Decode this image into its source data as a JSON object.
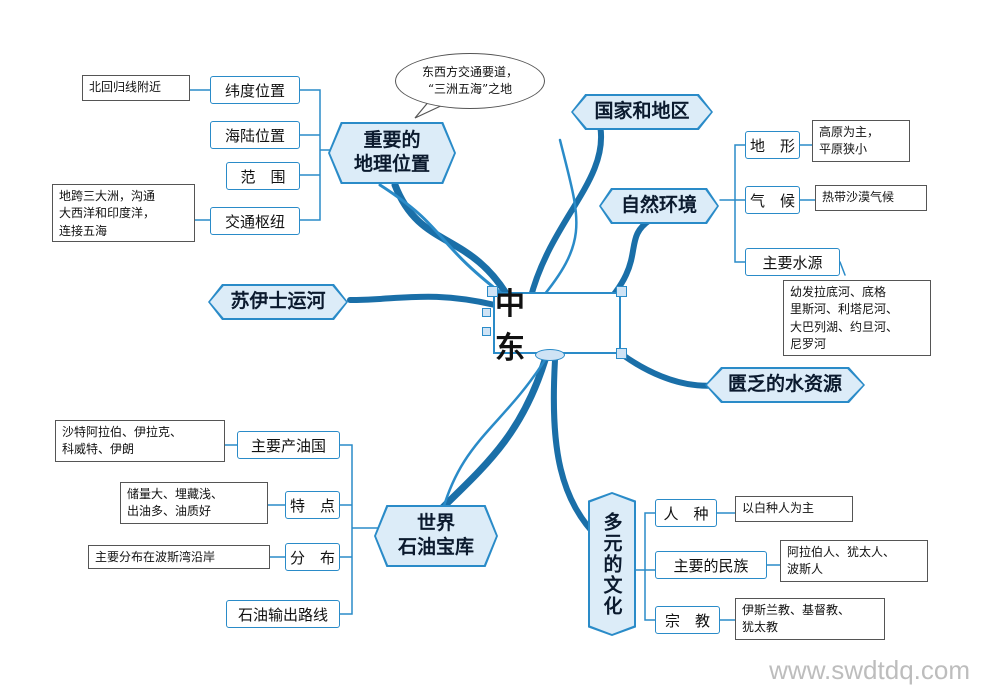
{
  "center": "中 东",
  "branches": {
    "geo": "重要的\n地理位置",
    "country": "国家和地区",
    "nature": "自然环境",
    "suez": "苏伊士运河",
    "water": "匮乏的水资源",
    "oil": "世界\n石油宝库",
    "culture": "多元的文化"
  },
  "geo_items": {
    "lat": "纬度位置",
    "landsea": "海陆位置",
    "range": "范　围",
    "hub": "交通枢纽"
  },
  "geo_notes": {
    "lat": "北回归线附近",
    "hub": "地跨三大洲，沟通\n大西洋和印度洋，\n连接五海",
    "bubble": "东西方交通要道，\n“三洲五海”之地"
  },
  "nature_items": {
    "terrain": "地　形",
    "climate": "气　候",
    "river": "主要水源"
  },
  "nature_notes": {
    "terrain": "高原为主，\n平原狭小",
    "climate": "热带沙漠气候",
    "river": "幼发拉底河、底格\n里斯河、利塔尼河、\n大巴列湖、约旦河、\n尼罗河"
  },
  "oil_items": {
    "producers": "主要产油国",
    "features": "特　点",
    "distribution": "分　布",
    "routes": "石油输出路线"
  },
  "oil_notes": {
    "producers": "沙特阿拉伯、伊拉克、\n科威特、伊朗",
    "features": "储量大、埋藏浅、\n出油多、油质好",
    "distribution": "主要分布在波斯湾沿岸"
  },
  "culture_items": {
    "race": "人　种",
    "ethnic": "主要的民族",
    "religion": "宗　教"
  },
  "culture_notes": {
    "race": "以白种人为主",
    "ethnic": "阿拉伯人、犹太人、\n波斯人",
    "religion": "伊斯兰教、基督教、\n犹太教"
  },
  "watermark": "www.swdtdq.com",
  "colors": {
    "line": "#2a8bc8",
    "fill": "#dcecf8"
  }
}
